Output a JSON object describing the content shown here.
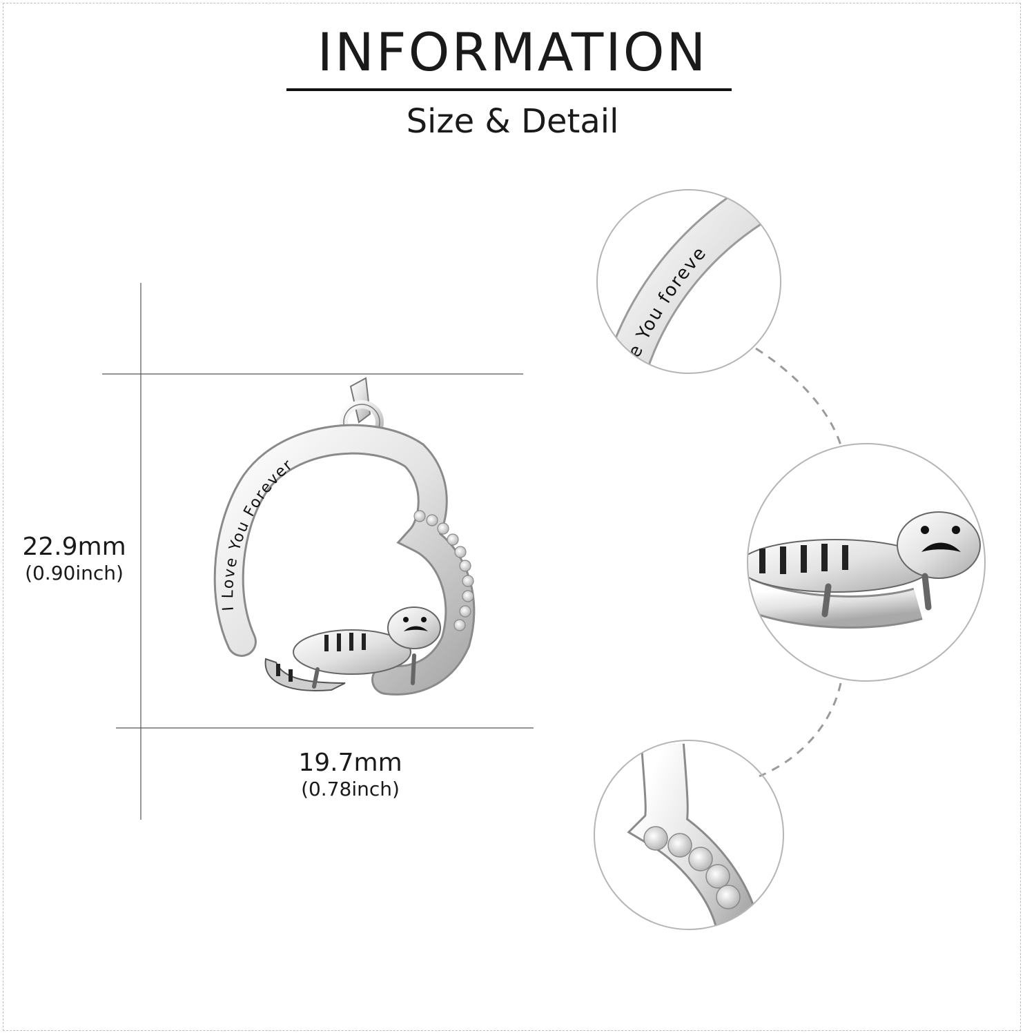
{
  "header": {
    "title": "INFORMATION",
    "subtitle": "Size & Detail"
  },
  "dimensions": {
    "height_mm": "22.9mm",
    "height_inch": "(0.90inch)",
    "width_mm": "19.7mm",
    "width_inch": "(0.78inch)"
  },
  "engraving": {
    "main": "I Love You Forever",
    "detail": "e You foreve"
  },
  "colors": {
    "silver": "#e6e6e6",
    "outline": "#7a7a7a",
    "guide_line": "#555555",
    "dashed_connector": "#9a9a9a"
  }
}
